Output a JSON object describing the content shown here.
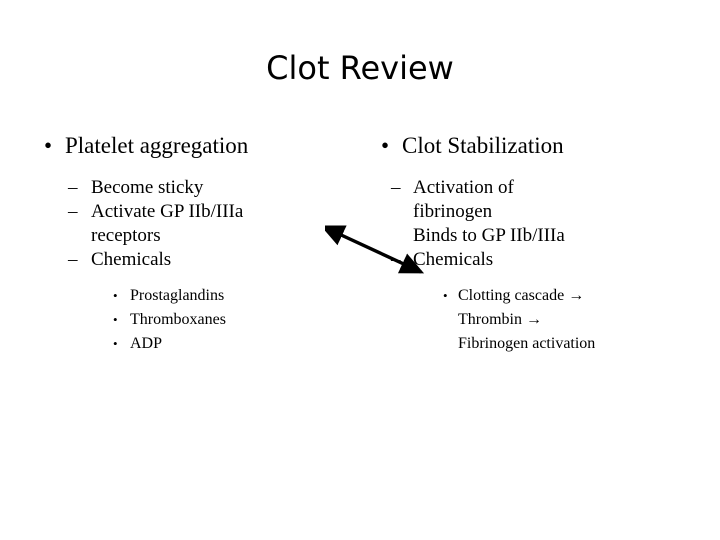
{
  "slide": {
    "title": "Clot Review",
    "background_color": "#ffffff",
    "text_color": "#000000"
  },
  "markers": {
    "level1_bullet": "•",
    "level2_dash": "–",
    "level3_bullet": "•"
  },
  "left_column": {
    "heading": "Platelet aggregation",
    "items": [
      {
        "text": "Become sticky"
      },
      {
        "text": "Activate GP IIb/IIIa"
      },
      {
        "text": "receptors",
        "continuation": true
      },
      {
        "text": "Chemicals"
      }
    ],
    "sub_items": [
      "Prostaglandins",
      "Thromboxanes",
      "ADP"
    ]
  },
  "right_column": {
    "heading": "Clot Stabilization",
    "items": [
      {
        "text": "Activation of"
      },
      {
        "text": "fibrinogen",
        "continuation": true
      },
      {
        "text": "Binds to GP IIb/IIIa",
        "marker_hidden": true
      },
      {
        "text": "Chemicals"
      }
    ],
    "sub_items": [
      "Clotting cascade →",
      "Thrombin →",
      "Fibrinogen activation"
    ]
  },
  "connector": {
    "label": "double-headed-arrow",
    "from": "Activate GP IIb/IIIa",
    "to": "Binds to GP IIb/IIIa",
    "color": "#000000"
  }
}
